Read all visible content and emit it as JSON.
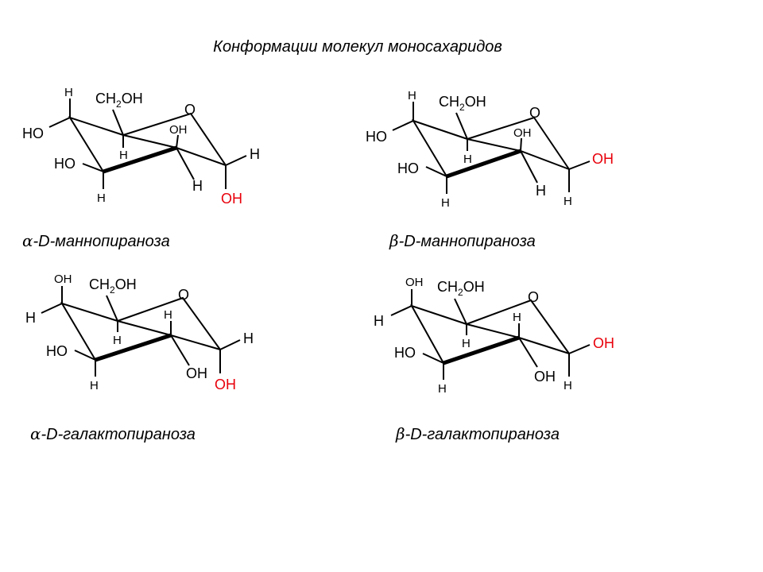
{
  "title": "Конформации молекул моносахаридов",
  "captions": {
    "alpha_mannose": {
      "greek": "α",
      "text": "-D-маннопираноза"
    },
    "beta_mannose": {
      "greek": "β",
      "text": "-D-маннопираноза"
    },
    "alpha_galactose": {
      "greek": "α",
      "text": "-D-галактопираноза"
    },
    "beta_galactose": {
      "greek": "β",
      "text": "-D-галактопираноза"
    }
  },
  "labels": {
    "h": "H",
    "ho": "HO",
    "oh": "OH",
    "o": "O",
    "ch2oh": {
      "ch": "CH",
      "sub": "2",
      "oh": "OH"
    }
  },
  "colors": {
    "anomeric_oh": "#e8000b",
    "bond": "#000000"
  }
}
